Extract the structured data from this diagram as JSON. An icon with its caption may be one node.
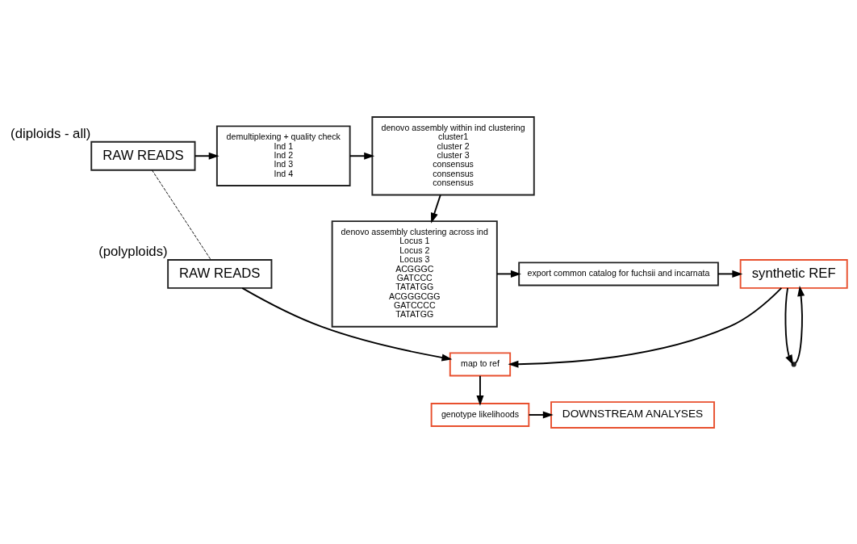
{
  "diagram": {
    "nodes": [
      {
        "text": [
          "RAW READS"
        ],
        "beside": [
          "(diploids - all)"
        ]
      },
      {
        "text": [
          "demultiplexing + quality check",
          "Ind 1",
          "Ind 2",
          "Ind 3",
          "Ind 4"
        ]
      },
      {
        "text": [
          "denovo assembly within ind clustering",
          "cluster1",
          "cluster 2",
          "cluster 3",
          "consensus",
          "consensus",
          "consensus"
        ]
      },
      {
        "text": [
          "denovo assembly clustering across ind",
          "Locus 1",
          "Locus 2",
          "Locus 3",
          "ACGGGC",
          "GATCCC",
          "TATATGG",
          "ACGGGCGG",
          "GATCCCC",
          "TATATGG"
        ]
      },
      {
        "text": [
          "export common catalog for fuchsii and incarnata"
        ]
      },
      {
        "text": [
          "synthetic REF"
        ]
      },
      {
        "text": [
          "RAW READS"
        ],
        "beside": [
          "(polyploids)"
        ]
      },
      {
        "text": [],
        "shape": "point"
      },
      {
        "text": [
          "map to ref"
        ]
      },
      {
        "text": [
          "genotype likelihoods"
        ]
      },
      {
        "text": [
          "DOWNSTREAM ANALYSES"
        ]
      }
    ],
    "edges": [
      {
        "from": 0,
        "to": 1,
        "arrow": "to"
      },
      {
        "from": 1,
        "to": 2,
        "arrow": "to"
      },
      {
        "from": 2,
        "to": 3,
        "arrow": "to"
      },
      {
        "from": 3,
        "to": 4,
        "arrow": "to"
      },
      {
        "from": 4,
        "to": 5,
        "arrow": "to"
      },
      {
        "from": 0,
        "to": 6,
        "arrow": "none",
        "style": "dashed"
      },
      {
        "from": 5,
        "to": 8,
        "arrow": "to"
      },
      {
        "from": 6,
        "to": 8,
        "arrow": "to"
      },
      {
        "from": 5,
        "to": 7,
        "arrow": "to"
      },
      {
        "from": 7,
        "to": 5,
        "arrow": "to"
      },
      {
        "from": 8,
        "to": 9,
        "arrow": "to"
      },
      {
        "from": 9,
        "to": 10,
        "arrow": "to"
      }
    ]
  }
}
